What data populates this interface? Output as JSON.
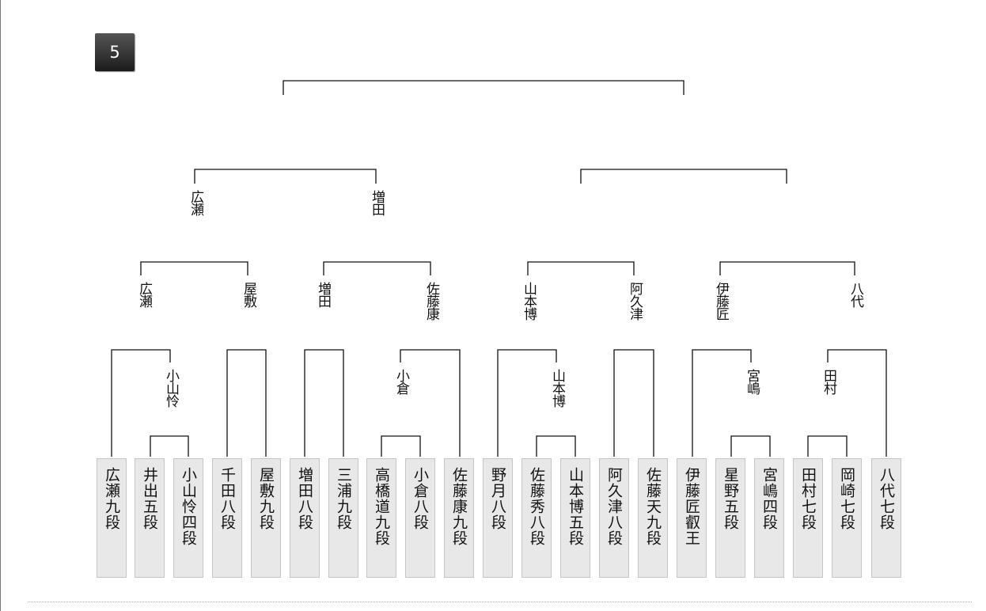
{
  "block_number": "5",
  "players": [
    "広瀬九段",
    "井出五段",
    "小山怜四段",
    "千田八段",
    "屋敷九段",
    "増田八段",
    "三浦九段",
    "高橋道九段",
    "小倉八段",
    "佐藤康九段",
    "野月八段",
    "佐藤秀八段",
    "山本博五段",
    "阿久津八段",
    "佐藤天九段",
    "伊藤匠叡王",
    "星野五段",
    "宮嶋四段",
    "田村七段",
    "岡崎七段",
    "八代七段"
  ],
  "results": {
    "round1": [
      "小山怜",
      "小倉",
      "山本博",
      "宮嶋",
      "田村"
    ],
    "round2": [
      "広瀬",
      "屋敷",
      "増田",
      "佐藤康",
      "山本博",
      "阿久津",
      "伊藤匠",
      "八代"
    ],
    "semifinal": [
      "広瀬",
      "増田"
    ],
    "final": []
  }
}
